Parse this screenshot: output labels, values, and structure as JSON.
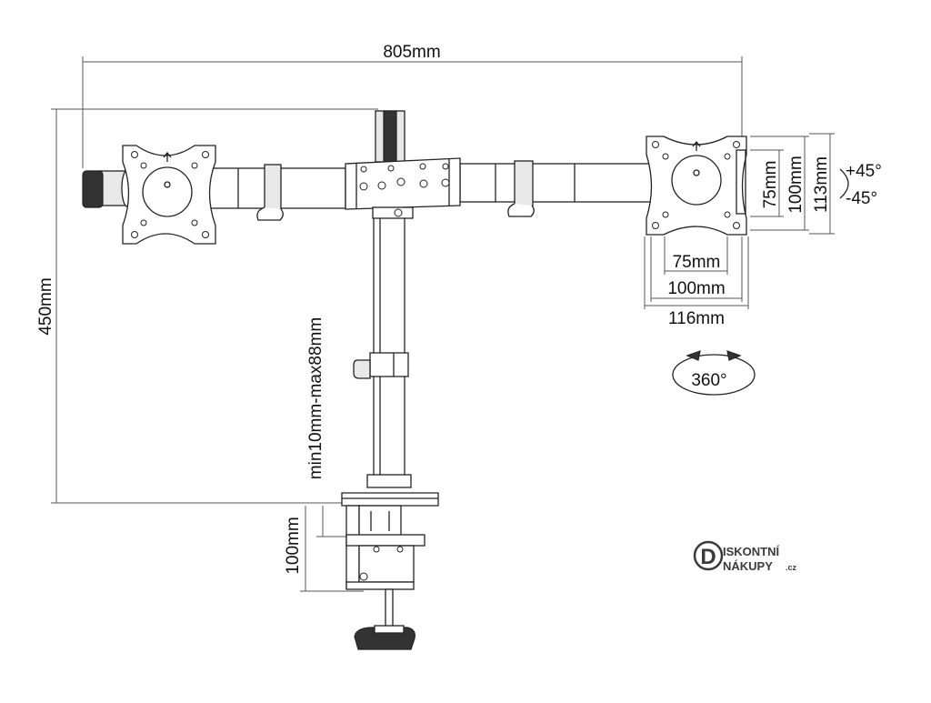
{
  "dimensions": {
    "width_total": "805mm",
    "height_total": "450mm",
    "clamp_thickness": "min10mm-max88mm",
    "clamp_height": "100mm",
    "vesa_h_75": "75mm",
    "vesa_h_100": "100mm",
    "plate_width": "116mm",
    "vesa_v_75": "75mm",
    "vesa_v_100": "100mm",
    "plate_height": "113mm"
  },
  "rotation": {
    "tilt_up": "+45°",
    "tilt_down": "-45°",
    "swivel": "360°"
  },
  "logo": {
    "line1": "ISKONTNÍ",
    "line2": "NÁKUPY",
    "suffix": ".cz",
    "initial": "D"
  },
  "colors": {
    "line": "#222222",
    "dimension": "#555555",
    "background": "#ffffff",
    "logo": "#3a3a3a"
  }
}
